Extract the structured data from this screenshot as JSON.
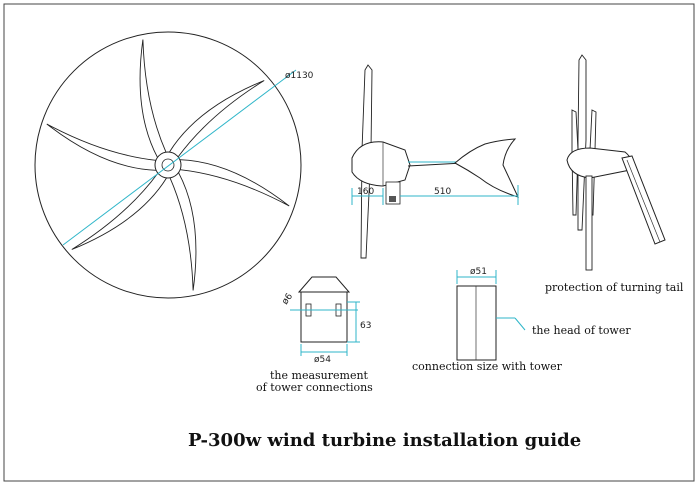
{
  "diagram": {
    "title": "P-300w wind turbine installation guide",
    "rotor": {
      "diameter_label": "ø1130",
      "blade_count": 6
    },
    "side_view": {
      "dim_hub": "160",
      "dim_tail": "510"
    },
    "rear_view": {
      "caption": "protection of turning tail"
    },
    "tower_connection": {
      "dim_bolt": "ø6",
      "dim_height": "63",
      "dim_diameter": "ø54",
      "caption_line1": "the measurement",
      "caption_line2": "of tower connections"
    },
    "tower_head": {
      "dim_diameter": "ø51",
      "pointer_label": "the head of tower",
      "caption": "connection size with tower"
    }
  }
}
